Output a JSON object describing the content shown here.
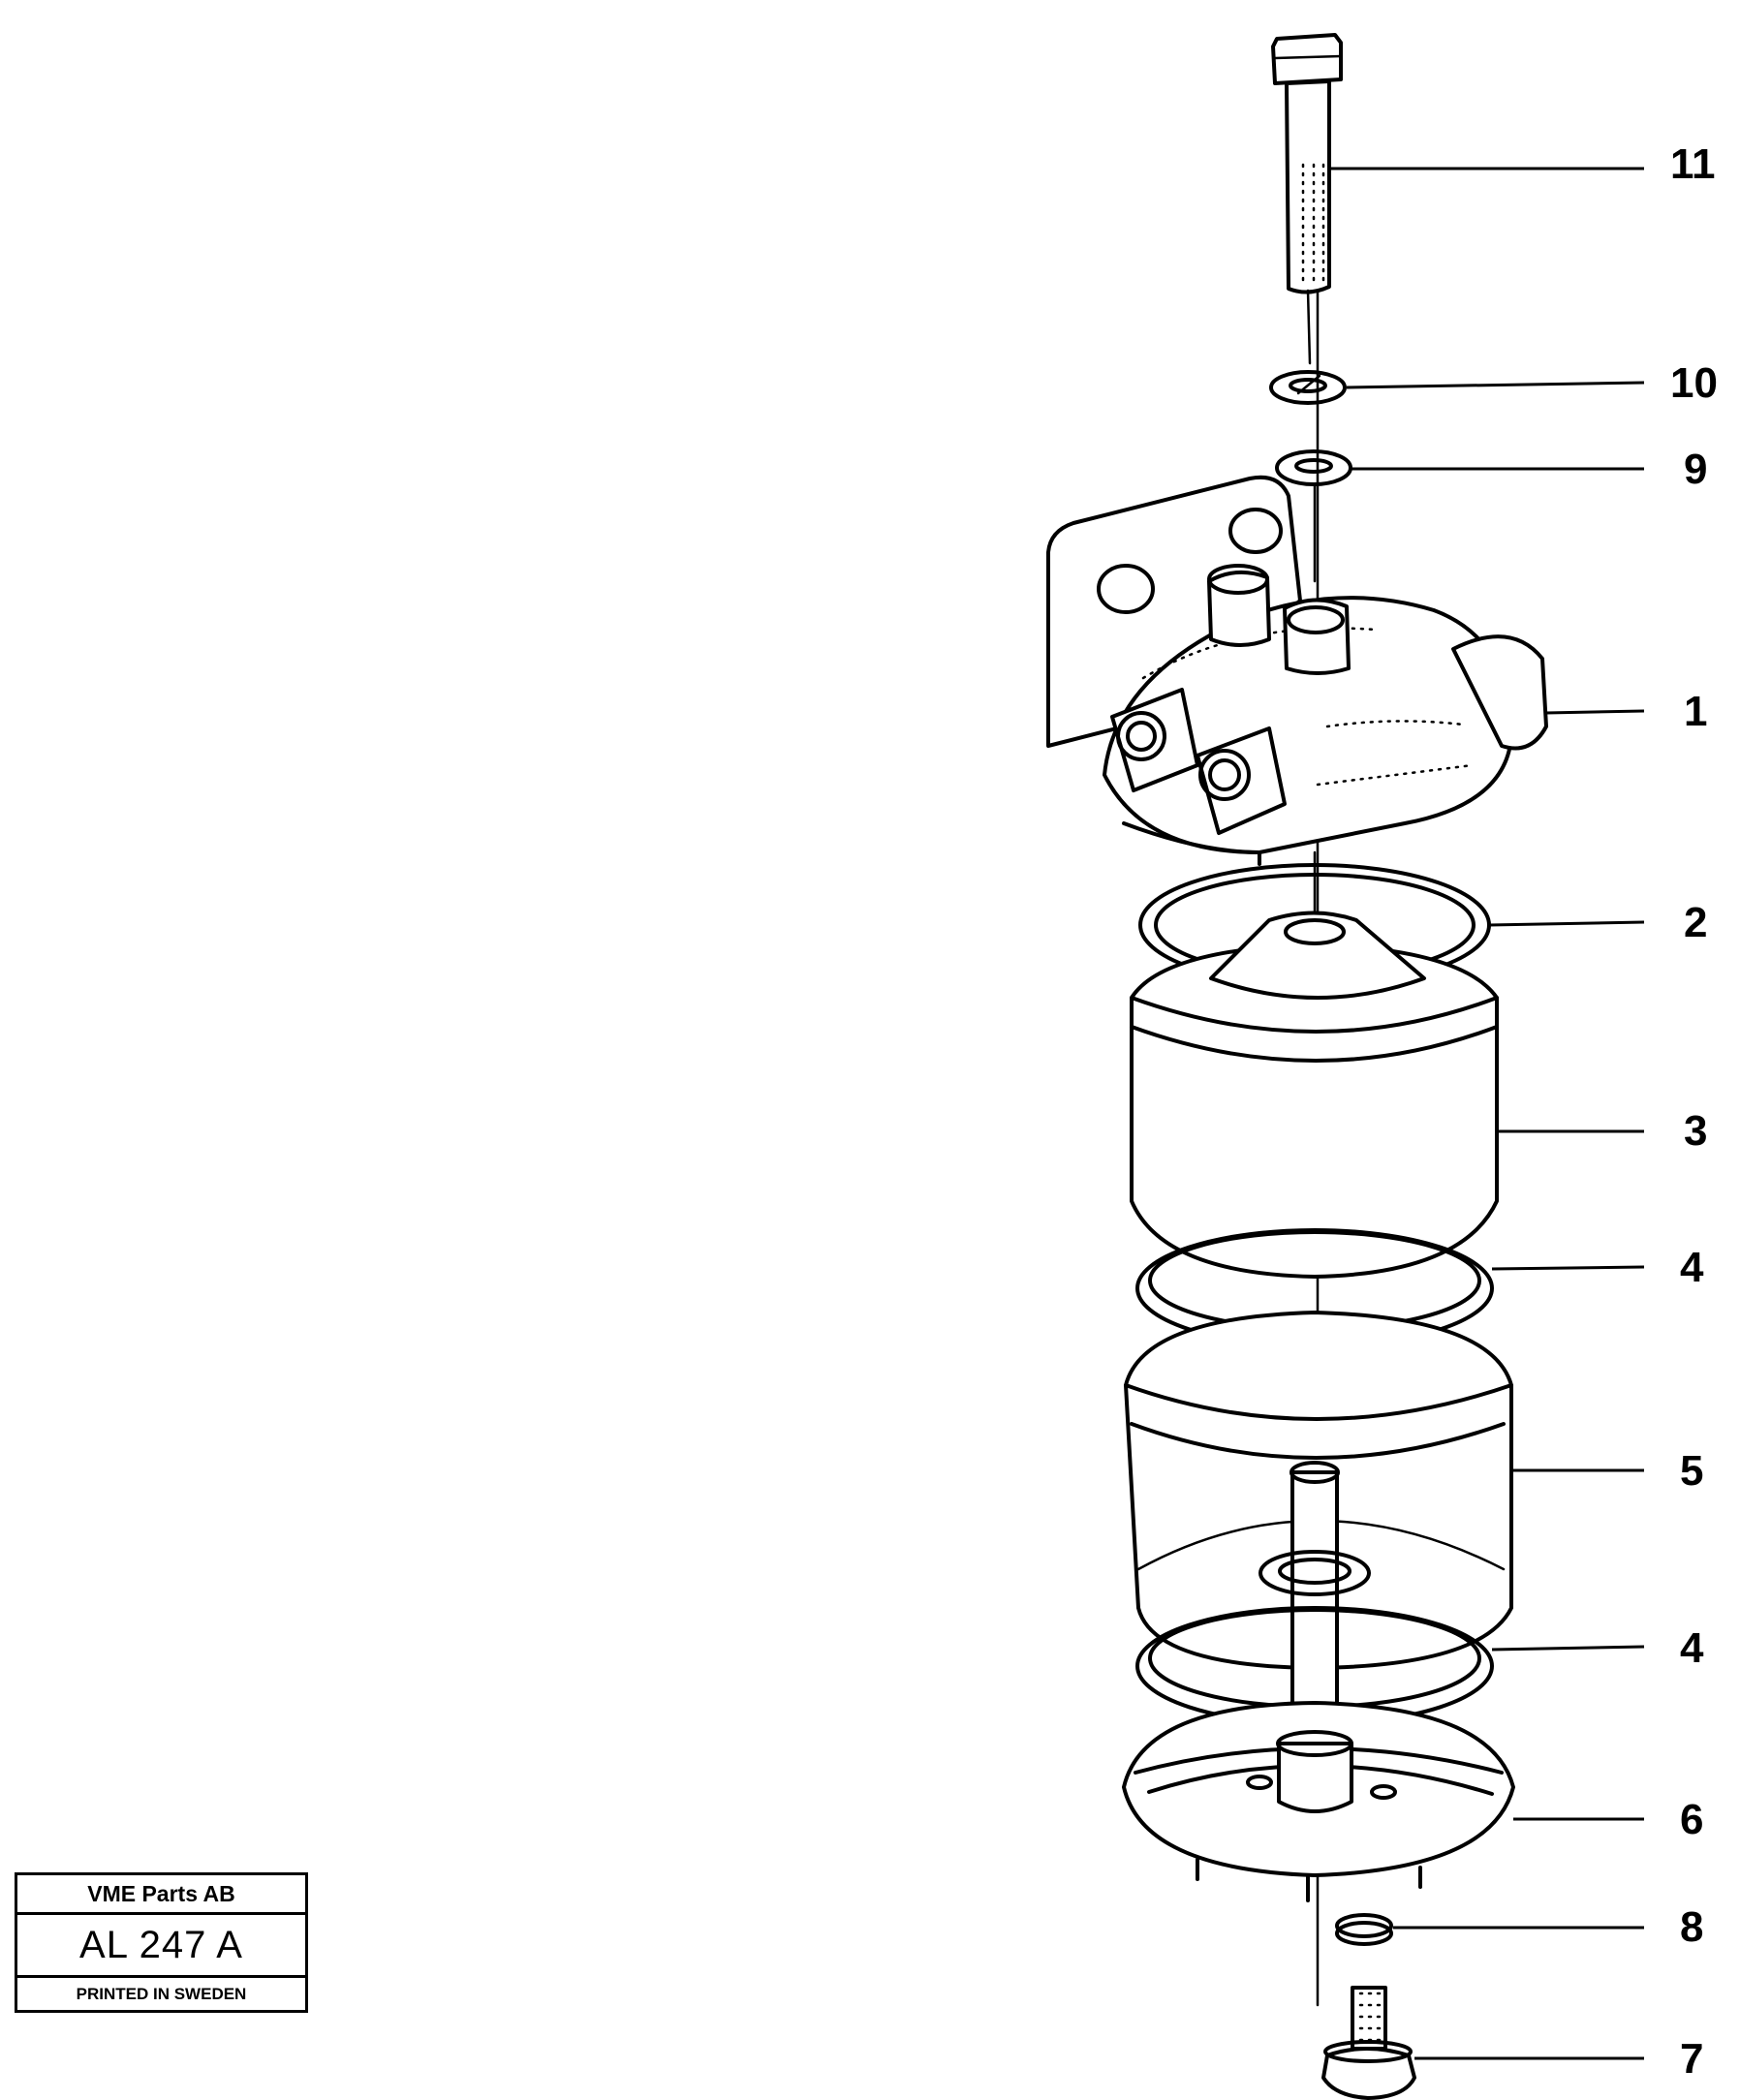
{
  "callouts": [
    {
      "label": "11"
    },
    {
      "label": "10"
    },
    {
      "label": "9"
    },
    {
      "label": "1"
    },
    {
      "label": "2"
    },
    {
      "label": "3"
    },
    {
      "label": "4"
    },
    {
      "label": "5"
    },
    {
      "label": "4"
    },
    {
      "label": "6"
    },
    {
      "label": "8"
    },
    {
      "label": "7"
    }
  ],
  "title_block": {
    "company": "VME Parts AB",
    "code": "AL 247  A",
    "printed": "PRINTED IN SWEDEN"
  },
  "colors": {
    "ink": "#000000",
    "paper": "#ffffff"
  }
}
